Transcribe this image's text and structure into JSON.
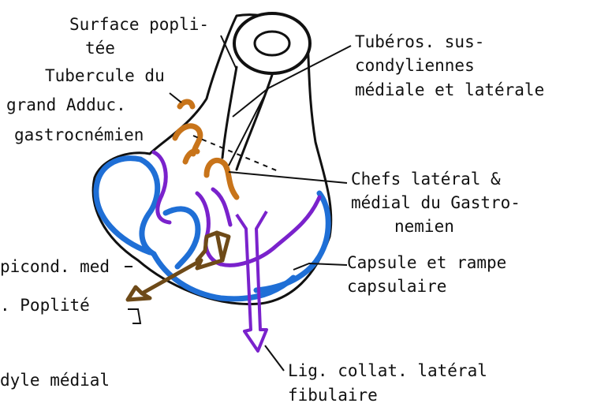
{
  "colors": {
    "outline": "#111111",
    "cartilage_blue": "#1f6fd6",
    "capsule_purple": "#7a22cc",
    "tubercle_orange": "#c8741a",
    "popliteus_brown": "#6e4a18",
    "fill_light_blue": "#e8f1fb"
  },
  "labels": {
    "surface_poplitee": [
      "Surface popli-",
      "tée"
    ],
    "tubercule_adducteur": [
      "Tubercule du",
      "grand Adduc."
    ],
    "gastrocnemien": [
      "gastrocnémien"
    ],
    "epicondyle_medial": [
      "picond. med"
    ],
    "poplite": [
      ". Poplité"
    ],
    "condyle_medial": [
      "dyle médial"
    ],
    "tuberosites": [
      "Tubéros. sus-",
      "condyliennes",
      "médiale et latérale"
    ],
    "chefs_gastrocnemien": [
      "Chefs latéral &",
      "médial du Gastro-",
      "nemien"
    ],
    "capsule": [
      "Capsule et rampe",
      "capsulaire"
    ],
    "ligament": [
      "Lig. collat. latéral",
      "fibulaire"
    ]
  }
}
